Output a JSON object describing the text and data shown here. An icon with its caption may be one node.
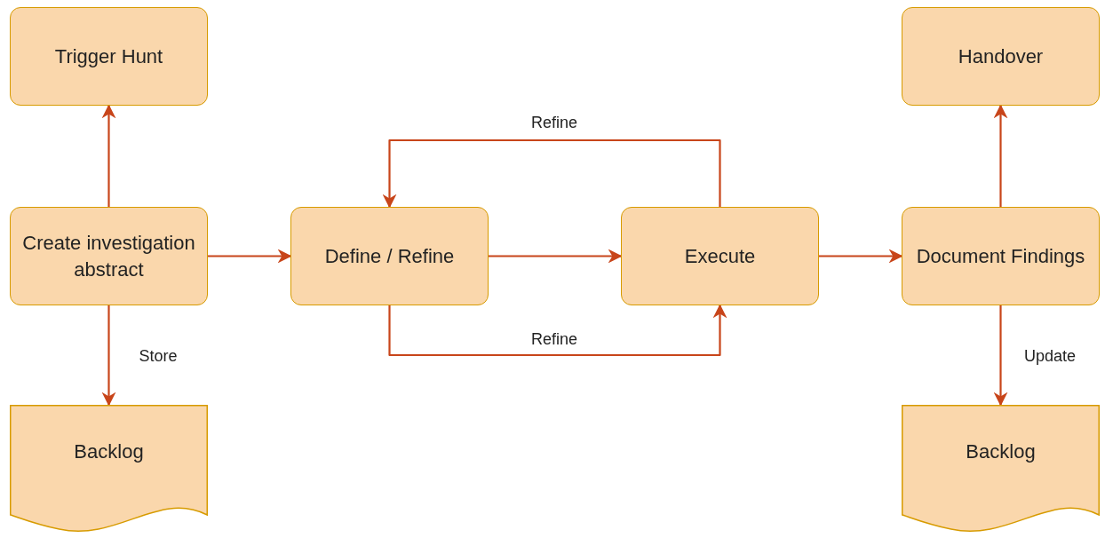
{
  "diagram": {
    "nodes": [
      {
        "text": [
          "Trigger Hunt"
        ]
      },
      {
        "text": [
          "Create investigation abstract"
        ]
      },
      {
        "text": [
          "Backlog"
        ]
      },
      {
        "text": [
          "Define / Refine"
        ]
      },
      {
        "text": [
          "Execute"
        ]
      },
      {
        "text": [
          "Handover"
        ]
      },
      {
        "text": [
          "Document Findings"
        ]
      },
      {
        "text": [
          "Backlog"
        ]
      }
    ],
    "edges": [
      {
        "from": 1,
        "to": 0,
        "arrow": "to"
      },
      {
        "from": 1,
        "to": 2,
        "arrow": "to",
        "label": "Store"
      },
      {
        "from": 1,
        "to": 3,
        "arrow": "to"
      },
      {
        "from": 3,
        "to": 4,
        "arrow": "to"
      },
      {
        "from": 4,
        "to": 3,
        "arrow": "to",
        "label": "Refine"
      },
      {
        "from": 3,
        "to": 4,
        "arrow": "to",
        "label": "Refine"
      },
      {
        "from": 4,
        "to": 6,
        "arrow": "to"
      },
      {
        "from": 6,
        "to": 5,
        "arrow": "to"
      },
      {
        "from": 6,
        "to": 7,
        "arrow": "to",
        "label": "Update"
      }
    ]
  }
}
